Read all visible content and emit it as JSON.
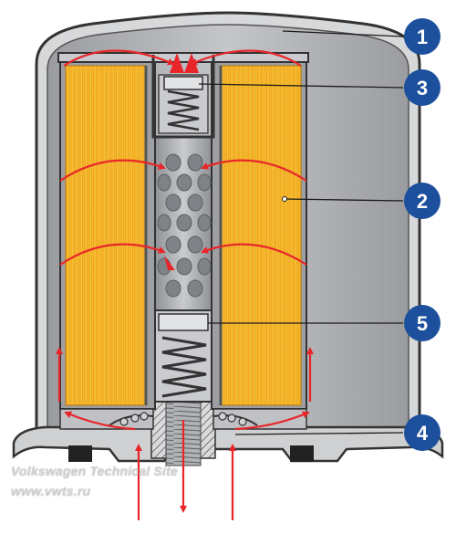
{
  "callouts": [
    {
      "label": "1"
    },
    {
      "label": "3"
    },
    {
      "label": "2"
    },
    {
      "label": "5"
    },
    {
      "label": "4"
    }
  ],
  "watermark": {
    "line1": "Volkswagen Technical Site",
    "line2": "www.vwts.ru"
  },
  "colors": {
    "callout_fill": "#1c4f9c",
    "filter_element": "#f4a51c",
    "housing": "#b7b9bd",
    "flow_arrows": "#e8262a",
    "background": "#ffffff"
  }
}
